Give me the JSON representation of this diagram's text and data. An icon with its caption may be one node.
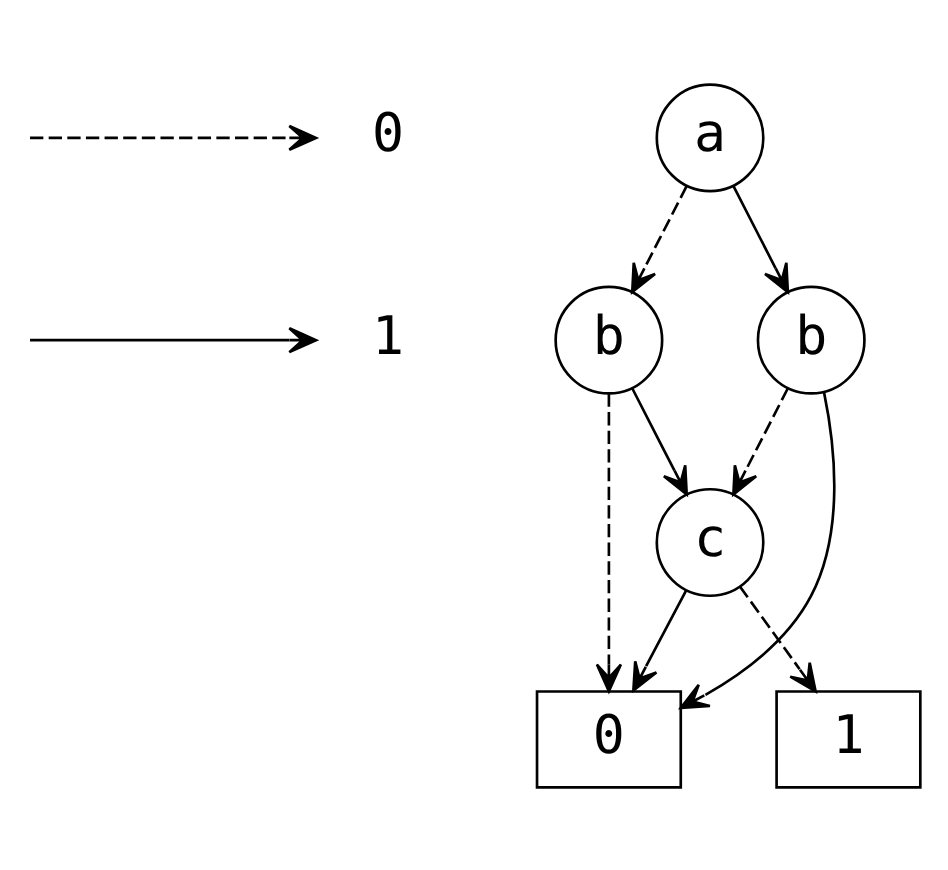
{
  "diagram": {
    "nodes": [
      {
        "text": [
          "a"
        ]
      },
      {
        "text": [
          "b"
        ]
      },
      {
        "text": [
          "b"
        ]
      },
      {
        "text": [
          "c"
        ]
      },
      {
        "text": [
          "0"
        ]
      },
      {
        "text": [
          "1"
        ]
      }
    ],
    "edges": [
      {
        "from": 0,
        "to": 1,
        "arrow": "to",
        "style": "dashed"
      },
      {
        "from": 0,
        "to": 2,
        "arrow": "to"
      },
      {
        "from": 1,
        "to": 4,
        "arrow": "to",
        "style": "dashed"
      },
      {
        "from": 1,
        "to": 3,
        "arrow": "to"
      },
      {
        "from": 2,
        "to": 3,
        "arrow": "to",
        "style": "dashed"
      },
      {
        "from": 2,
        "to": 4,
        "arrow": "to"
      },
      {
        "from": 3,
        "to": 4,
        "arrow": "to"
      },
      {
        "from": 3,
        "to": 5,
        "arrow": "to",
        "style": "dashed"
      }
    ],
    "legend": [
      {
        "text": "0"
      },
      {
        "text": "1"
      }
    ]
  }
}
